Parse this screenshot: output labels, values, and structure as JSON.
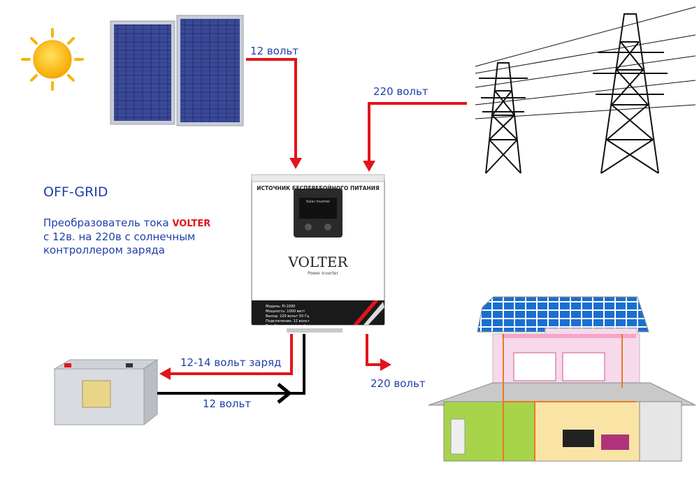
{
  "labels": {
    "panel_to_inverter": "12 вольт",
    "grid_to_inverter": "220 вольт",
    "charge_to_battery": "12-14 вольт заряд",
    "battery_to_inverter": "12 вольт",
    "inverter_to_house": "220 вольт"
  },
  "description": {
    "title": "OFF-GRID",
    "line1_prefix": "Преобразователь тока",
    "brand": "VOLTER",
    "line2": "с 12в. на 220в с солнечным",
    "line3": "контроллером заряда"
  },
  "inverter": {
    "header": "ИСТОЧНИК БЕСПЕРЕБОЙНОГО ПИТАНИЯ",
    "screen_caption": "Solar Inverter",
    "logo": "VOLTER",
    "logo_sub": "Power Inverter",
    "spec_lines": [
      "Модель: PI-1000",
      "Мощность: 1000 ватт",
      "Выход: 220 вольт 50 Гц",
      "Подключение: 12 вольт",
      "Ток: Синусоидальный"
    ]
  },
  "colors": {
    "arrow_red": "#e0151b",
    "arrow_black": "#000000",
    "text_blue": "#1f3fa8"
  },
  "icons": [
    "sun-icon",
    "solar-panel-icon",
    "power-tower-icon",
    "battery-icon",
    "house-icon",
    "inverter-device"
  ]
}
